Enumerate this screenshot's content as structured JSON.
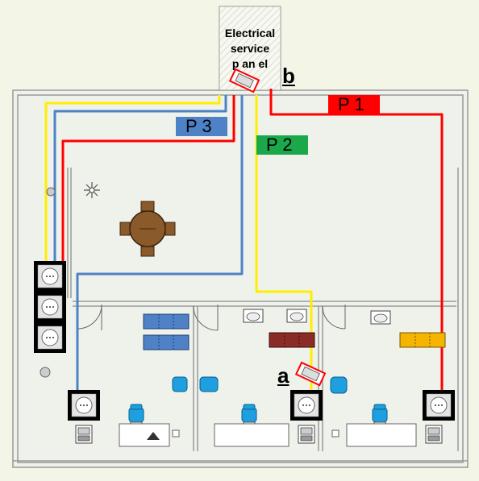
{
  "panel": {
    "title": "Electrical\nservice\np  an  el"
  },
  "circuits": [
    {
      "id": "p1",
      "label": "P  1",
      "color": "#ff0000"
    },
    {
      "id": "p2",
      "label": "P  2",
      "color": "#1aa84a"
    },
    {
      "id": "p3",
      "label": "P  3",
      "color": "#4f81c7"
    }
  ],
  "wire_colors": {
    "phase_red": "#ff0000",
    "phase_yellow": "#ffee00",
    "neutral_blue": "#4f81c7"
  },
  "markers": {
    "a": "a",
    "b": "b"
  },
  "icons": [
    "outlet-icon",
    "printer-icon",
    "office-chair-icon",
    "round-table-icon",
    "plant-icon",
    "junction-box-icon",
    "toilet-icon"
  ]
}
